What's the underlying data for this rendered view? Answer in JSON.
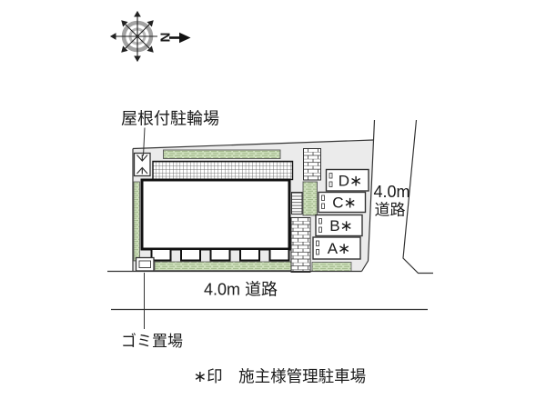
{
  "colors": {
    "ground": "#ebebeb",
    "planting": "#cfe0bd",
    "line": "#333333",
    "compass_ring": "#a3a3a3"
  },
  "compass": {
    "north_label": "N"
  },
  "plan": {
    "bicycle_parking_label": "屋根付駐輪場",
    "garbage_label": "ゴミ置場",
    "road_bottom_label": "4.0m 道路",
    "road_right_label_line1": "4.0m",
    "road_right_label_line2": "道路",
    "note": "∗印　施主様管理駐車場",
    "parking_spaces": [
      {
        "label": "D∗"
      },
      {
        "label": "C∗"
      },
      {
        "label": "B∗"
      },
      {
        "label": "A∗"
      }
    ],
    "icons": [
      "compass-icon",
      "bike-rack-icon",
      "garbage-box-icon",
      "stairs-icon",
      "hedge-planting",
      "brick-paving",
      "grid-paving"
    ]
  }
}
